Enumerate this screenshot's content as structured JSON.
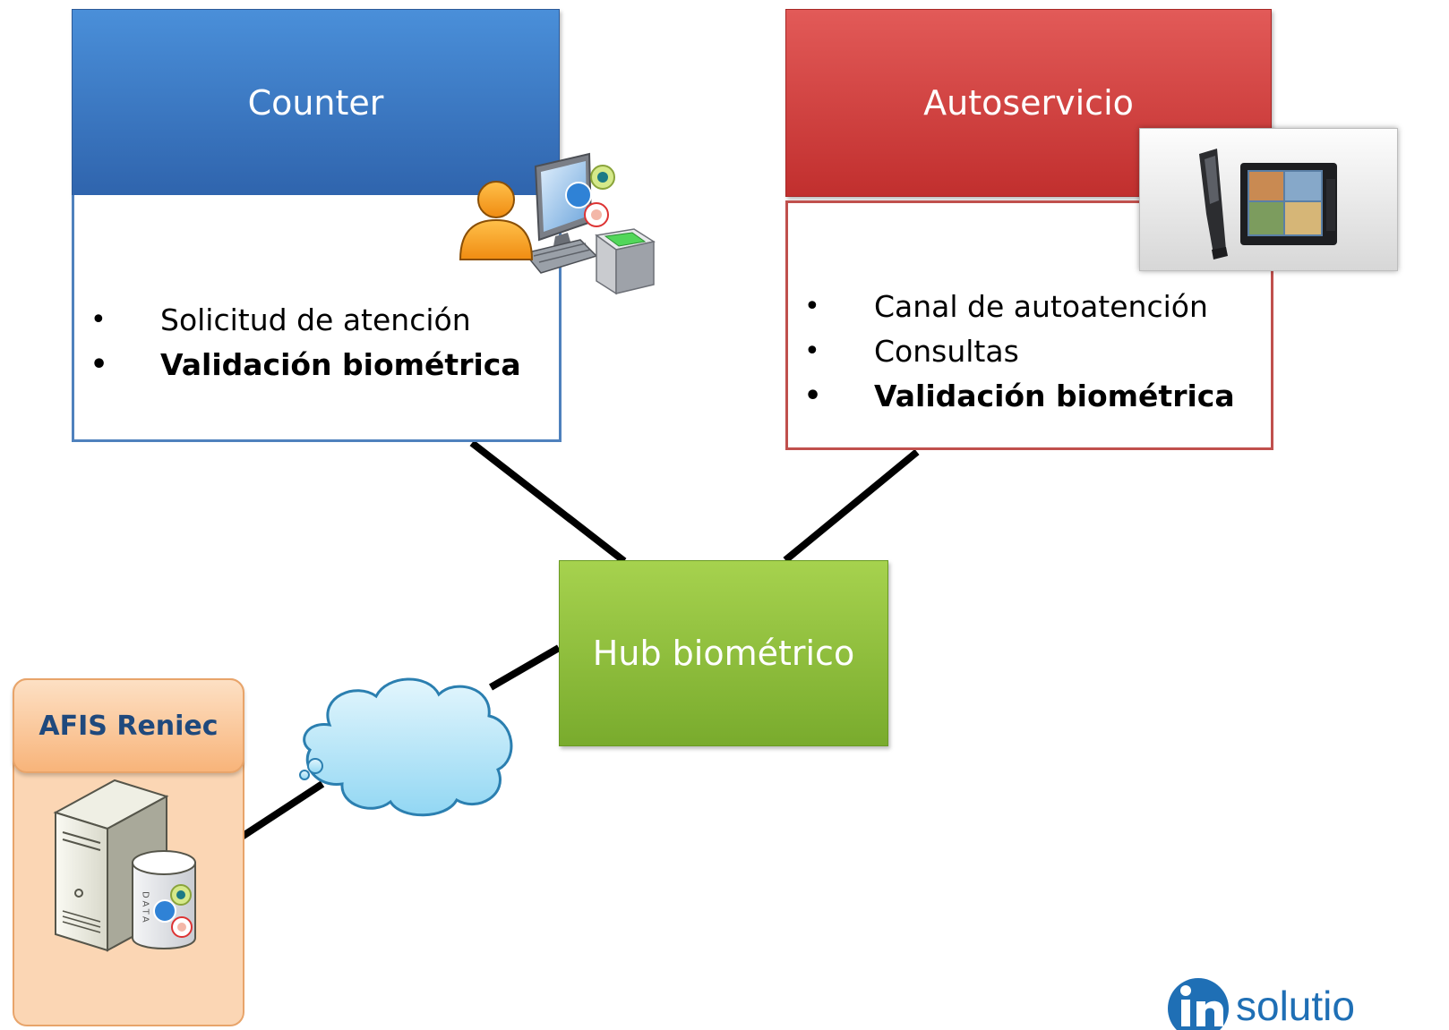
{
  "counter": {
    "title": "Counter",
    "items": [
      {
        "text": "Solicitud de atención",
        "bold": false
      },
      {
        "text": "Validación biométrica",
        "bold": true
      }
    ]
  },
  "autoservicio": {
    "title": "Autoservicio",
    "items": [
      {
        "text": "Canal de autoatención",
        "bold": false
      },
      {
        "text": "Consultas",
        "bold": false
      },
      {
        "text": "Validación biométrica",
        "bold": true
      }
    ]
  },
  "hub": {
    "title": "Hub biométrico"
  },
  "afis": {
    "title": "AFIS Reniec",
    "db_label": "DATA"
  },
  "logo": {
    "text": "solutio"
  },
  "colors": {
    "counter": "#2f64ad",
    "autoservicio": "#c12f2e",
    "hub": "#79ab2d",
    "afis_title": "#1f497d",
    "logo": "#1f6fb5"
  }
}
